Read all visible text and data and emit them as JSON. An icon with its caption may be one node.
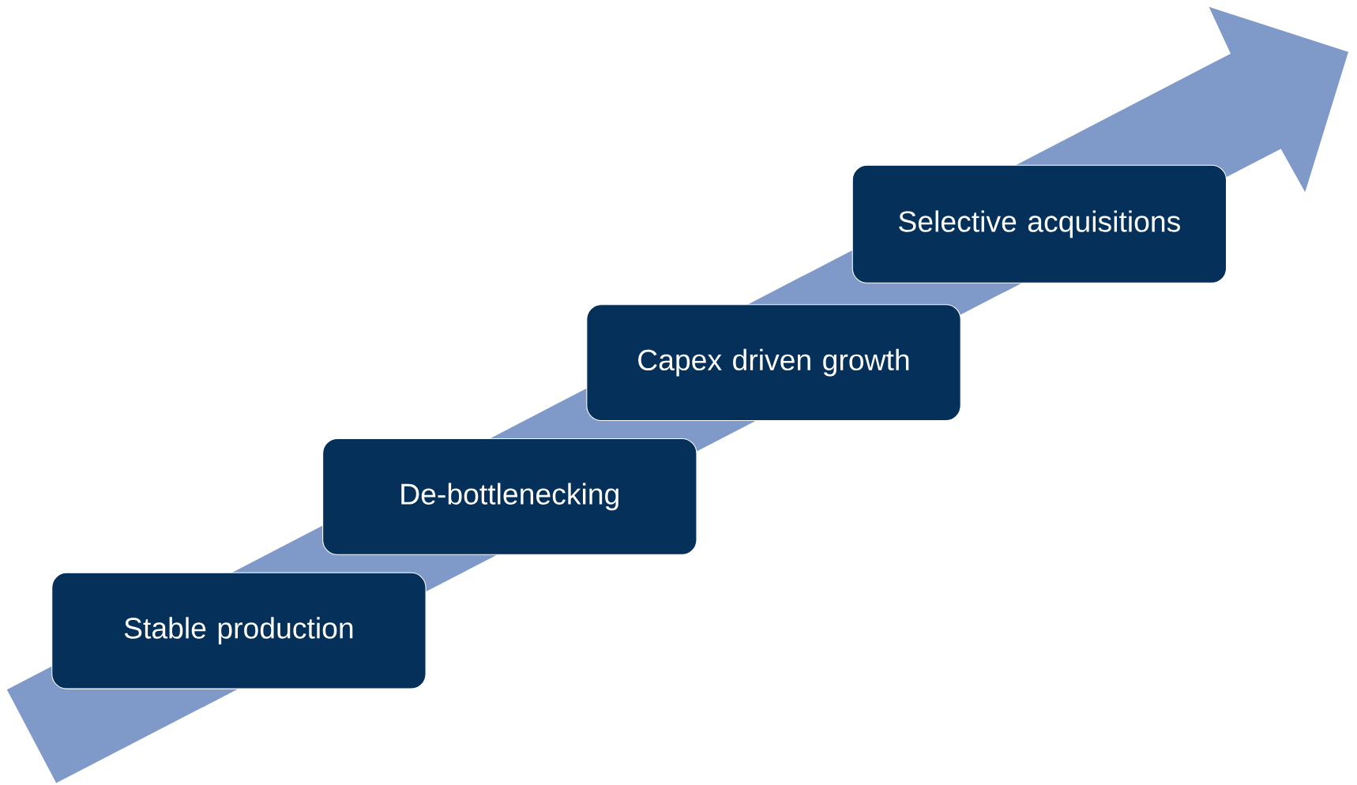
{
  "diagram": {
    "nodes": [
      {
        "text": [
          "Stable production"
        ]
      },
      {
        "text": [
          "De-bottlenecking"
        ]
      },
      {
        "text": [
          "Capex driven growth"
        ]
      },
      {
        "text": [
          "Selective acquisitions"
        ]
      }
    ]
  }
}
